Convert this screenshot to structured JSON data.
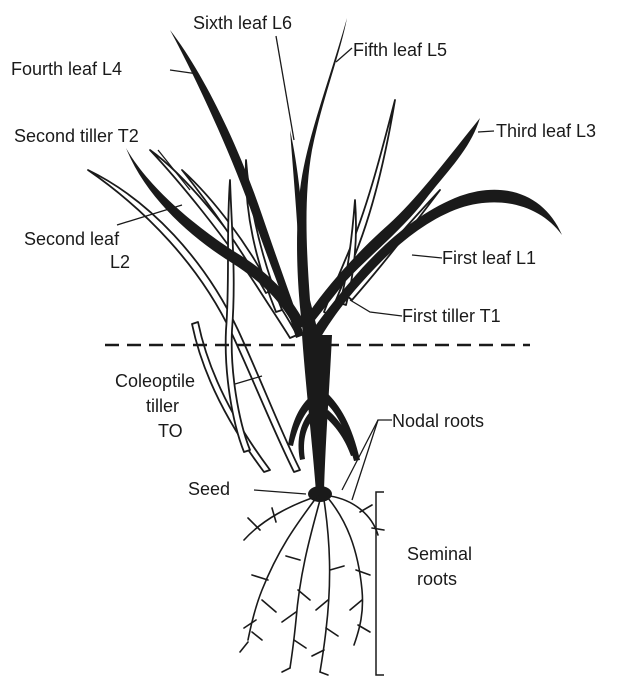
{
  "labels": {
    "sixth_leaf": "Sixth leaf L6",
    "fifth_leaf": "Fifth leaf L5",
    "fourth_leaf": "Fourth leaf L4",
    "third_leaf": "Third leaf L3",
    "second_tiller": "Second tiller T2",
    "second_leaf_line1": "Second leaf",
    "second_leaf_line2": "L2",
    "first_leaf": "First leaf L1",
    "first_tiller": "First tiller T1",
    "coleoptile_line1": "Coleoptile",
    "coleoptile_line2": "tiller",
    "coleoptile_line3": "TO",
    "nodal_roots": "Nodal roots",
    "seed": "Seed",
    "seminal_line1": "Seminal",
    "seminal_line2": "roots"
  },
  "colors": {
    "plant": "#1a1a1a",
    "outline_leaf_fill": "#ffffff",
    "background": "#ffffff"
  }
}
